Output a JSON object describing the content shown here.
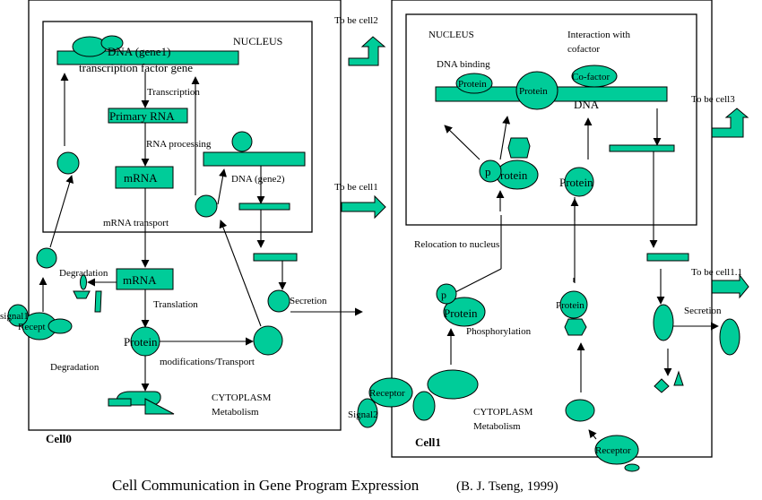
{
  "title": "Cell Communication in Gene Program Expression",
  "credit": "(B. J. Tseng, 1999)",
  "colors": {
    "shape_fill": "#00cc99",
    "stroke": "#000000",
    "background": "#ffffff"
  },
  "cell0": {
    "label": "Cell0",
    "nucleus_label": "NUCLEUS",
    "gene1_label": "DNA (gene1)",
    "gene1_sublabel": "transcription factor gene",
    "transcription": "Transcription",
    "primary_rna": "Primary RNA",
    "rna_processing": "RNA processing",
    "mrna_nucleus": "mRNA",
    "gene2_label": "DNA (gene2)",
    "mrna_transport": "mRNA transport",
    "mrna_cytoplasm": "mRNA",
    "degradation_top": "Degradation",
    "translation": "Translation",
    "protein": "Protein",
    "modifications": "modifications/Transport",
    "degradation_bottom": "Degradation",
    "secretion": "Secretion",
    "cytoplasm": "CYTOPLASM",
    "metabolism": "Metabolism",
    "signal": "signal1",
    "receptor": "Recept"
  },
  "transfers": {
    "to_cell2": "To be cell2",
    "to_cell1": "To be cell1",
    "to_cell3": "To be cell3",
    "to_cell1_1": "To be cell1.1"
  },
  "cell1": {
    "label": "Cell1",
    "nucleus_label": "NUCLEUS",
    "interaction_line1": "Interaction with",
    "interaction_line2": "cofactor",
    "dna_binding": "DNA binding",
    "protein_bound": "Protein",
    "protein_big": "Protein",
    "cofactor": "Co-factor",
    "dna": "DNA",
    "p_label": "p",
    "protein_p": "rotein",
    "protein_mid": "Protein",
    "relocation": "Relocation to nucleus",
    "p_small": "p",
    "protein_phos": "Protein",
    "phosphorylation": "Phosphorylation",
    "protein_small": "Protein",
    "secretion": "Secretion",
    "cytoplasm": "CYTOPLASM",
    "metabolism": "Metabolism",
    "receptor_left": "Receptor",
    "signal": "Signal2",
    "receptor_bottom": "Receptor"
  }
}
